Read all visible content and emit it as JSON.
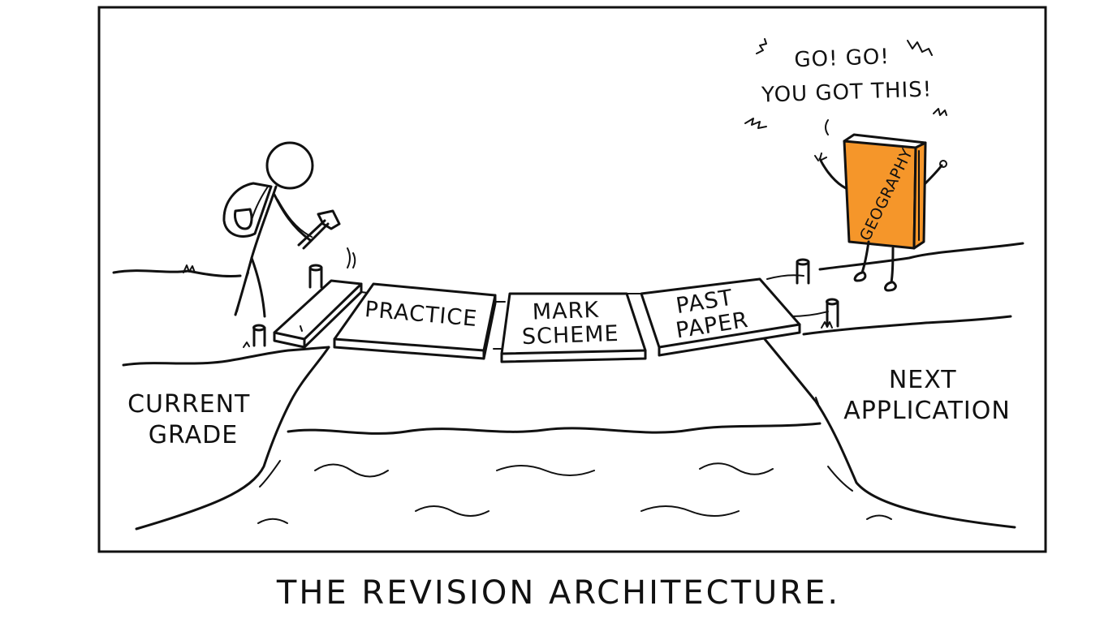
{
  "panel": {
    "left_label": [
      "CURRENT",
      "GRADE"
    ],
    "right_label": [
      "NEXT",
      "APPLICATION"
    ]
  },
  "planks": [
    {
      "lines": [
        "PRACTICE"
      ]
    },
    {
      "lines": [
        "MARK",
        "SCHEME"
      ]
    },
    {
      "lines": [
        "PAST",
        "PAPER"
      ]
    }
  ],
  "book": {
    "spine_text": "GEOGRAPHY",
    "color": "#F5962A"
  },
  "speech": {
    "lines": [
      "GO! GO!",
      "YOU GOT THIS!"
    ]
  },
  "caption": "THE REVISION ARCHITECTURE."
}
